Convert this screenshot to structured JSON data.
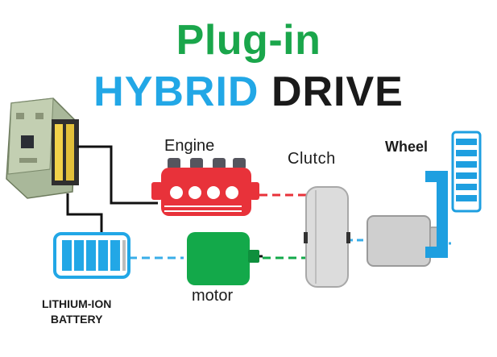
{
  "title": {
    "line1": "Plug-in",
    "line2_part1": "HYBRID",
    "line2_part2": "DRIVE"
  },
  "labels": {
    "engine": "Engine",
    "clutch": "Clutch",
    "wheel": "Wheel",
    "motor": "motor",
    "battery_line1": "LITHIUM-ION",
    "battery_line2": "BATTERY"
  },
  "colors": {
    "title_green": "#1aa64b",
    "title_blue": "#22a7e6",
    "title_dark": "#1a1a1a",
    "engine_red": "#e8323a",
    "motor_green": "#13a94a",
    "battery_blue": "#22a7e6",
    "wheel_blue": "#1e9fe0",
    "link_red": "#e8323a",
    "link_green": "#13a94a",
    "link_blue": "#3aaee8"
  }
}
